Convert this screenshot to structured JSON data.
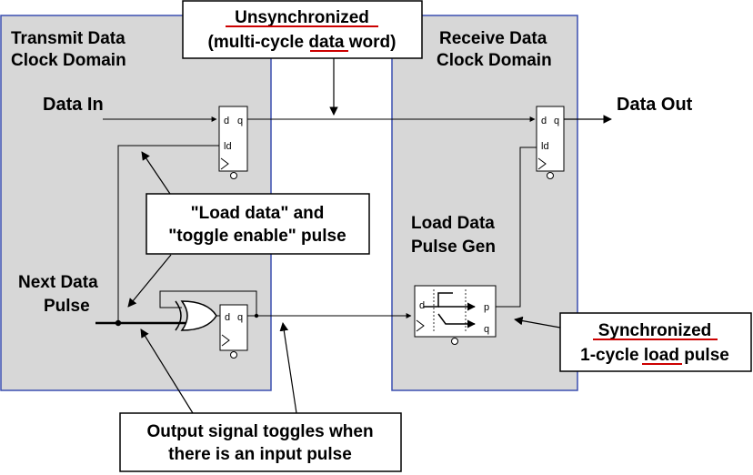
{
  "domains": {
    "transmit": [
      "Transmit Data",
      "Clock Domain"
    ],
    "receive": [
      "Receive Data",
      "Clock Domain"
    ]
  },
  "signals": {
    "data_in": "Data In",
    "data_out": "Data Out",
    "next_data_pulse": [
      "Next Data",
      "Pulse"
    ],
    "load_pulse_gen": [
      "Load Data",
      "Pulse Gen"
    ]
  },
  "callouts": {
    "unsync": {
      "line1": "Unsynchronized",
      "line2_a": "(multi-cycle ",
      "line2_b": "data",
      "line2_c": " word)"
    },
    "load": [
      "\"Load data\" and",
      "\"toggle enable\" pulse"
    ],
    "sync": {
      "line1": "Synchronized",
      "line2_a": "1-cycle ",
      "line2_b": "load",
      "line2_c": " pulse"
    },
    "output": [
      "Output signal toggles when",
      "there is an input pulse"
    ]
  },
  "pins": {
    "d": "d",
    "q": "q",
    "ld": "ld",
    "p": "p"
  },
  "colors": {
    "domain_fill": "#d7d7d7",
    "domain_border": "#3a4fb0",
    "underline": "#cc0000"
  }
}
